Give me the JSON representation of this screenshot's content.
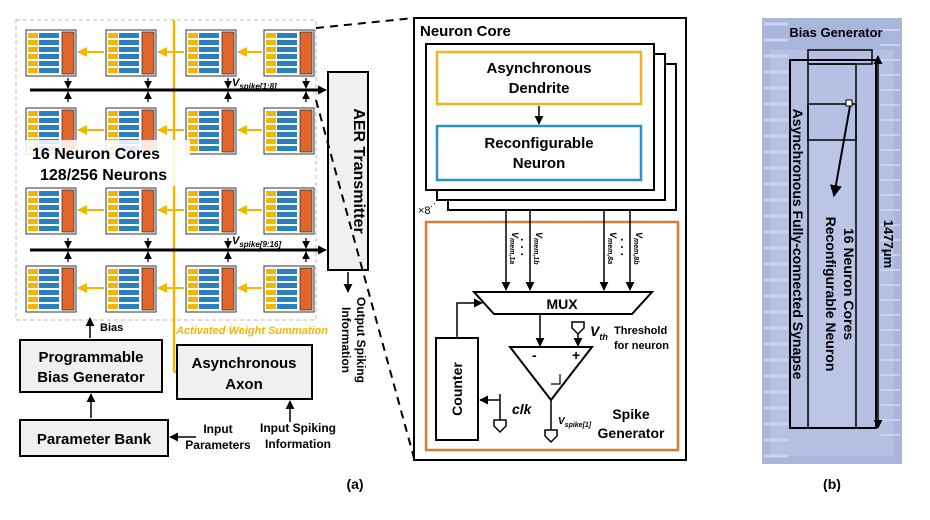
{
  "panel_a": {
    "core_array": {
      "summary_line1": "16 Neuron Cores",
      "summary_line2": "128/256 Neurons",
      "vspike_top": "V",
      "vspike_top_sub": "spike[1:8]",
      "vspike_bottom": "V",
      "vspike_bottom_sub": "spike[9:16]",
      "weight_summation": "Activated Weight Summation",
      "bias_label": "Bias"
    },
    "blocks": {
      "bias_gen_line1": "Programmable",
      "bias_gen_line2": "Bias Generator",
      "axon_line1": "Asynchronous",
      "axon_line2": "Axon",
      "param_bank": "Parameter Bank",
      "aer": "AER Transmitter"
    },
    "io_labels": {
      "input_params_line1": "Input",
      "input_params_line2": "Parameters",
      "input_spiking_line1": "Input Spiking",
      "input_spiking_line2": "Information",
      "output_spiking_line1": "Output Spiking",
      "output_spiking_line2": "Information"
    },
    "neuron_core": {
      "title": "Neuron Core",
      "dendrite_line1": "Asynchronous",
      "dendrite_line2": "Dendrite",
      "neuron_line1": "Reconfigurable",
      "neuron_line2": "Neuron",
      "multiplier": "×8",
      "vmem_labels": [
        "V",
        "V",
        "V",
        "V"
      ],
      "vmem_subs": [
        "mem,1a",
        "mem,1b",
        "mem,8a",
        "mem,8b"
      ],
      "dots": "· · ·",
      "mux": "MUX",
      "counter": "Counter",
      "clk": "clk",
      "vth": "V",
      "vth_sub": "th",
      "threshold_line1": "Threshold",
      "threshold_line2": "for neuron",
      "comparator_minus": "-",
      "comparator_plus": "+",
      "vspike_out": "V",
      "vspike_out_sub": "spike[1]",
      "spike_gen_line1": "Spike",
      "spike_gen_line2": "Generator"
    },
    "caption": "(a)"
  },
  "panel_b": {
    "bias_generator": "Bias Generator",
    "synapse": "Asynchronous Fully-connected Synapse",
    "reconf_neuron": "Reconfigurable Neuron",
    "neuron_cores": "16 Neuron Cores",
    "dimension": "1477μm",
    "caption": "(b)"
  },
  "colors": {
    "yellow": "#f2b705",
    "blue": "#2a7fc1",
    "orange": "#e2662a",
    "dendrite_border": "#f0b323",
    "neuron_border": "#2a90c8",
    "spike_border": "#d9793a",
    "chip_bg": "#a9b6dc"
  }
}
